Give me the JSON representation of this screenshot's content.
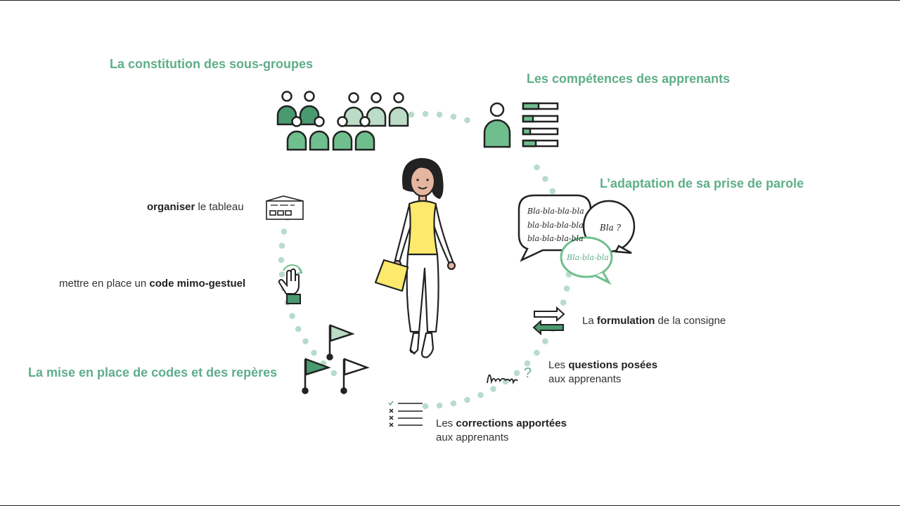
{
  "headings": {
    "subgroups": "La constitution des sous-groupes",
    "skills": "Les compétences des apprenants",
    "speech": "L’adaptation de sa prise de parole",
    "codes": "La mise en place de codes et des repères"
  },
  "items": {
    "board": {
      "bold": "organiser",
      "rest": " le tableau"
    },
    "gesture": {
      "pre": "mettre en place un ",
      "bold": "code mimo-gestuel"
    },
    "instruction": {
      "pre": "La ",
      "bold": "formulation",
      "rest": " de la consigne"
    },
    "questions": {
      "pre": "Les ",
      "bold": "questions posées",
      "line2": "aux apprenants"
    },
    "corrections": {
      "pre": "Les ",
      "bold": "corrections apportées",
      "line2": "aux apprenants"
    }
  },
  "bubbles": {
    "big_line1": "Bla-bla-bla-bla",
    "big_line2": "bla-bla-bla-bla",
    "big_line3": "bla-bla-bla-bla",
    "small": "Bla ?",
    "green": "Bla-bla-bla"
  },
  "colors": {
    "accent": "#5fae8a",
    "green_fill": "#6fbf8e",
    "dark_green": "#4a9a70",
    "light_green": "#bcdcc7",
    "dots": "#b8dccb",
    "yellow": "#fde96b",
    "skin": "#e6b59f",
    "hair": "#222222"
  },
  "icons": {
    "subgroups": "people-groups-icon",
    "skills": "learner-skills-icon",
    "speech": "speech-bubbles-icon",
    "board": "whiteboard-icon",
    "gesture": "hand-gesture-icon",
    "instruction": "arrows-icon",
    "questions": "question-scribble-icon",
    "corrections": "checklist-icon",
    "codes": "flags-icon"
  }
}
